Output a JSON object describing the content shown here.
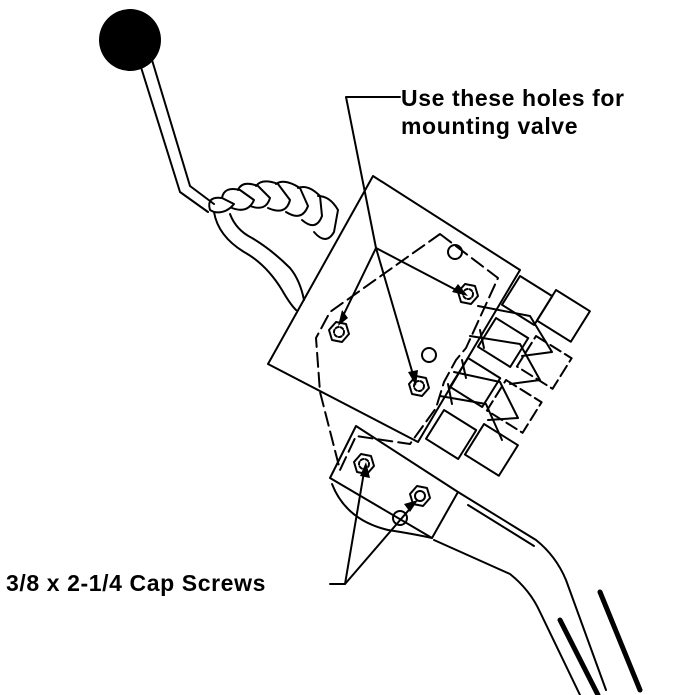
{
  "labels": {
    "mounting_holes_line1": "Use these holes for",
    "mounting_holes_line2": "mounting valve",
    "cap_screws": "3/8 x 2-1/4 Cap Screws"
  },
  "colors": {
    "ink": "#000000",
    "paper": "#ffffff"
  }
}
